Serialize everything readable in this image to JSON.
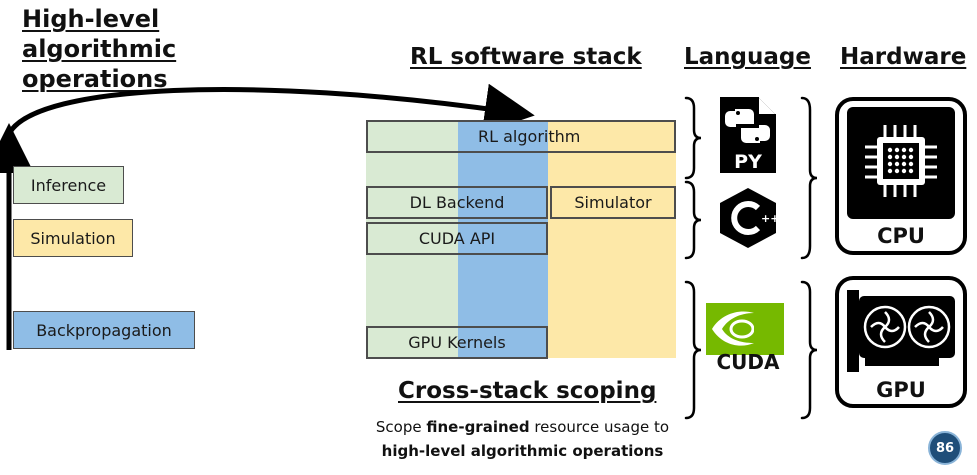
{
  "left": {
    "title_lines": [
      "High-level",
      "algorithmic",
      "operations"
    ],
    "ops": [
      "Inference",
      "Simulation",
      "Backpropagation"
    ]
  },
  "stack": {
    "title": "RL software stack",
    "rl_algorithm": "RL algorithm",
    "dl_backend": "DL Backend",
    "simulator": "Simulator",
    "cuda_api": "CUDA API",
    "gpu_kernels": "GPU Kernels"
  },
  "language": {
    "title": "Language",
    "py_label": "PY",
    "cuda_label": "CUDA"
  },
  "hardware": {
    "title": "Hardware",
    "cpu_label": "CPU",
    "gpu_label": "GPU"
  },
  "scoping": {
    "title": "Cross-stack scoping",
    "desc_pre": "Scope ",
    "desc_bold": "fine-grained",
    "desc_post": " resource usage to",
    "desc_line2": "high-level algorithmic operations"
  },
  "page_number": "86",
  "colors": {
    "green": "#d9ead3",
    "yellow": "#fde8a8",
    "blue": "#8fbde6",
    "nvidia": "#76b900"
  },
  "icons": [
    "python-file-icon",
    "cpp-logo-icon",
    "nvidia-cuda-logo-icon",
    "cpu-chip-icon",
    "gpu-card-icon"
  ]
}
